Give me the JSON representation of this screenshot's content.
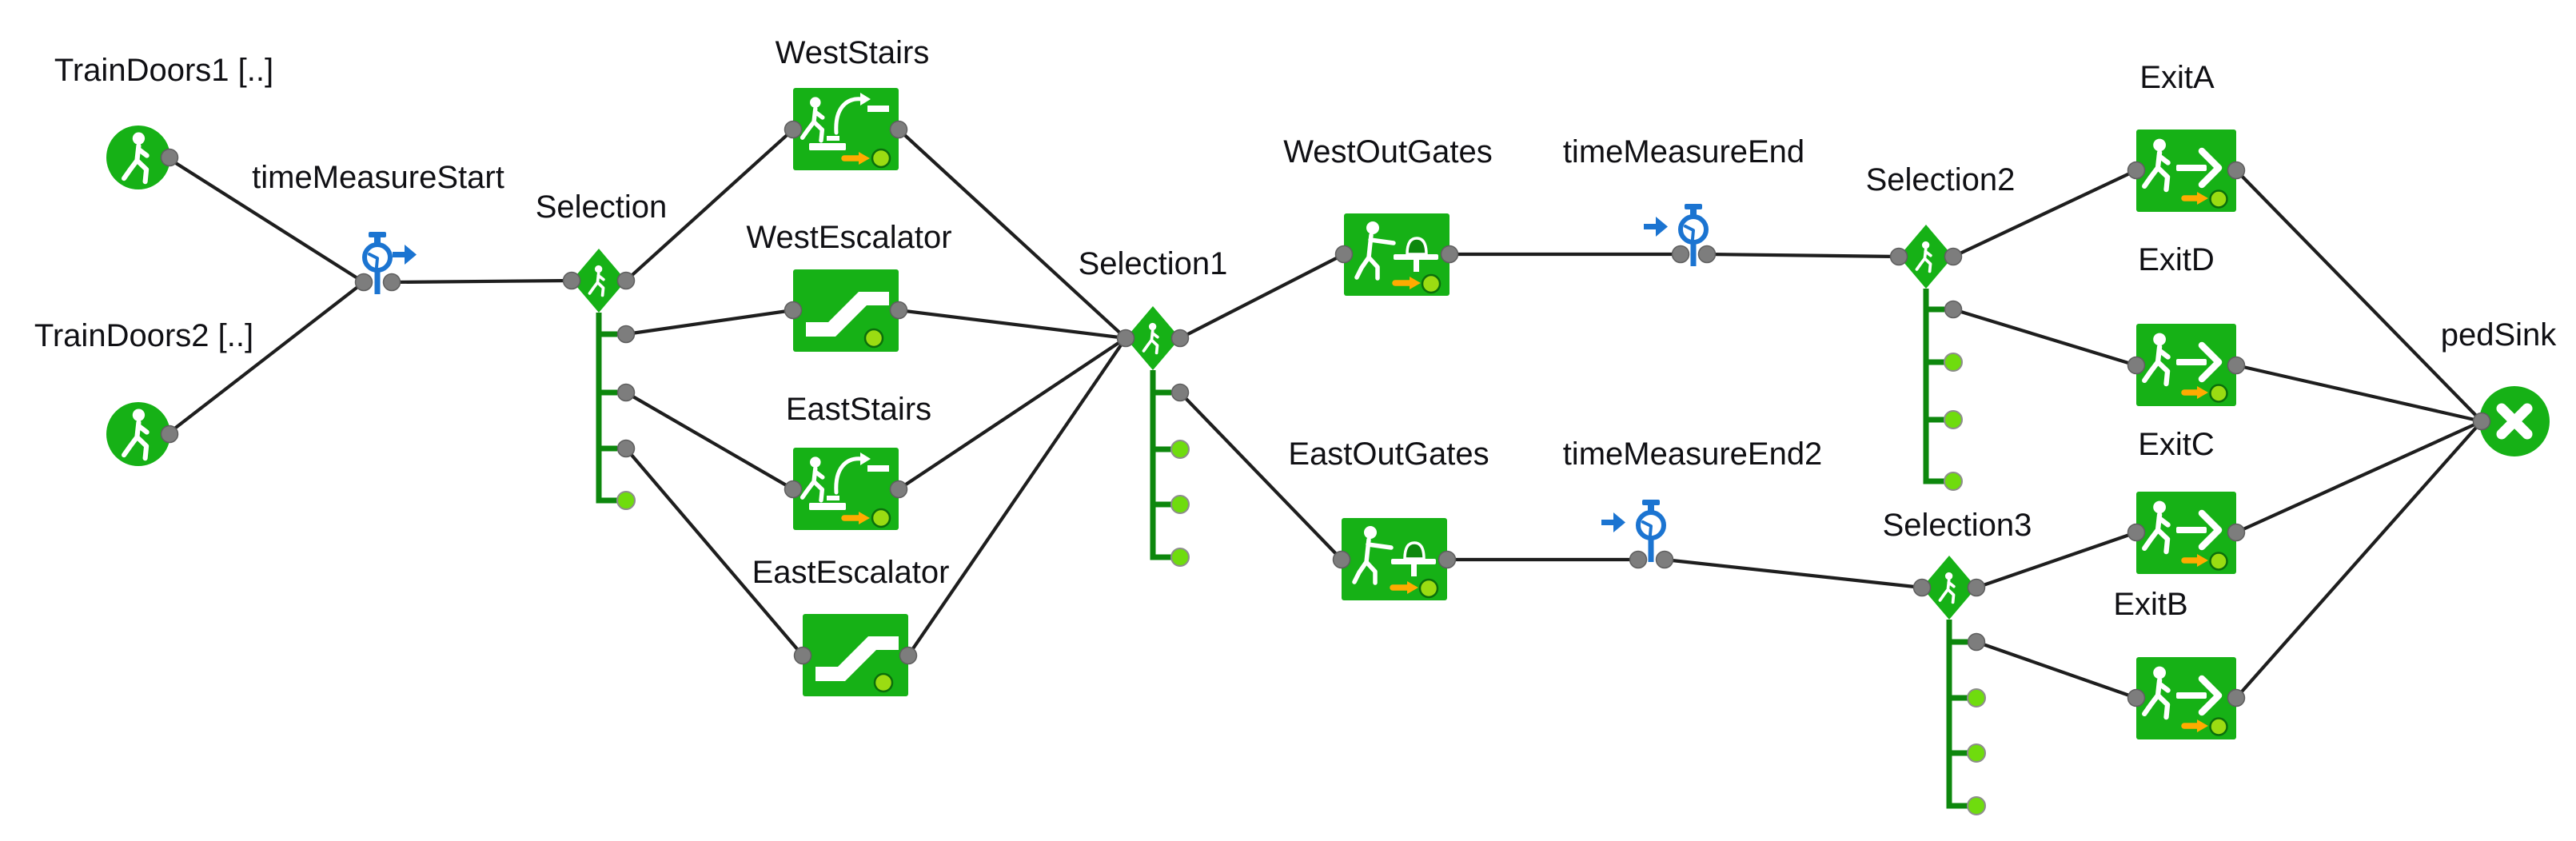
{
  "colors": {
    "block_green": "#16b116",
    "dark_green": "#0d870d",
    "port_gray": "#7d7d7d",
    "port_green": "#6fdc0e",
    "icon_dot_green": "#9bdc12",
    "blue": "#1b74d1",
    "orange": "#ffab00",
    "line": "#1e1e1e",
    "text": "#101014",
    "background": "#ffffff"
  },
  "diagram": {
    "nodes": {
      "trainDoors1": {
        "label": "TrainDoors1 [..]",
        "type": "ped-source"
      },
      "trainDoors2": {
        "label": "TrainDoors2 [..]",
        "type": "ped-source"
      },
      "timeMeasureStart": {
        "label": "timeMeasureStart",
        "type": "time-measure-start"
      },
      "selection": {
        "label": "Selection",
        "type": "select-output"
      },
      "westStairs": {
        "label": "WestStairs",
        "type": "stairs"
      },
      "westEscalator": {
        "label": "WestEscalator",
        "type": "escalator"
      },
      "eastStairs": {
        "label": "EastStairs",
        "type": "stairs"
      },
      "eastEscalator": {
        "label": "EastEscalator",
        "type": "escalator"
      },
      "selection1": {
        "label": "Selection1",
        "type": "select-output"
      },
      "westOutGates": {
        "label": "WestOutGates",
        "type": "out-gates"
      },
      "timeMeasureEnd": {
        "label": "timeMeasureEnd",
        "type": "time-measure-end"
      },
      "selection2": {
        "label": "Selection2",
        "type": "select-output"
      },
      "exitA": {
        "label": "ExitA",
        "type": "exit"
      },
      "exitD": {
        "label": "ExitD",
        "type": "exit"
      },
      "eastOutGates": {
        "label": "EastOutGates",
        "type": "out-gates"
      },
      "timeMeasureEnd2": {
        "label": "timeMeasureEnd2",
        "type": "time-measure-end"
      },
      "selection3": {
        "label": "Selection3",
        "type": "select-output"
      },
      "exitC": {
        "label": "ExitC",
        "type": "exit"
      },
      "exitB": {
        "label": "ExitB",
        "type": "exit"
      },
      "pedSink": {
        "label": "pedSink",
        "type": "ped-sink"
      }
    },
    "edges": [
      [
        "trainDoors1",
        "timeMeasureStart"
      ],
      [
        "trainDoors2",
        "timeMeasureStart"
      ],
      [
        "timeMeasureStart",
        "selection"
      ],
      [
        "selection",
        "westStairs"
      ],
      [
        "selection",
        "westEscalator"
      ],
      [
        "selection",
        "eastStairs"
      ],
      [
        "selection",
        "eastEscalator"
      ],
      [
        "westStairs",
        "selection1"
      ],
      [
        "westEscalator",
        "selection1"
      ],
      [
        "eastStairs",
        "selection1"
      ],
      [
        "eastEscalator",
        "selection1"
      ],
      [
        "selection1",
        "westOutGates"
      ],
      [
        "selection1",
        "eastOutGates"
      ],
      [
        "westOutGates",
        "timeMeasureEnd"
      ],
      [
        "timeMeasureEnd",
        "selection2"
      ],
      [
        "selection2",
        "exitA"
      ],
      [
        "selection2",
        "exitD"
      ],
      [
        "eastOutGates",
        "timeMeasureEnd2"
      ],
      [
        "timeMeasureEnd2",
        "selection3"
      ],
      [
        "selection3",
        "exitC"
      ],
      [
        "selection3",
        "exitB"
      ],
      [
        "exitA",
        "pedSink"
      ],
      [
        "exitD",
        "pedSink"
      ],
      [
        "exitC",
        "pedSink"
      ],
      [
        "exitB",
        "pedSink"
      ]
    ]
  }
}
